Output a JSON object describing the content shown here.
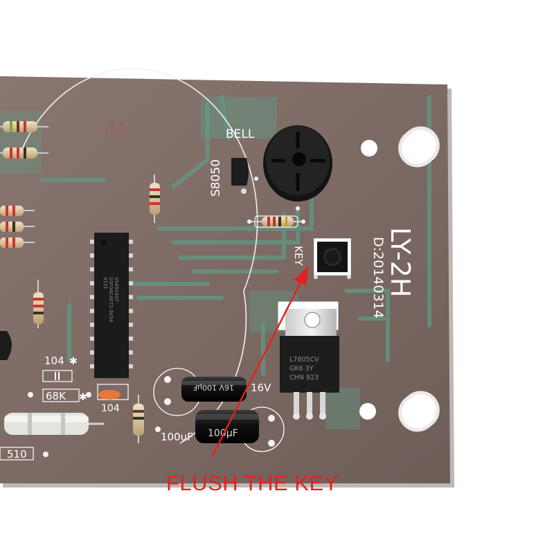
{
  "board": {
    "model": "LY-2H",
    "date": "D:20140314",
    "labels": {
      "bell": "BELL",
      "transistor": "S8050",
      "key": "KEY",
      "cap_code_1": "104",
      "cap_code_2": "104",
      "res_68k": "68K",
      "res_510": "510",
      "cap_label_16v": "16V",
      "cap_label_100uf": "100uF",
      "cap_upper_print": "16V 100µF",
      "cap_lower_print": "100µF"
    },
    "chip": {
      "line1": "0731",
      "line2": "SSF04C4E72-3K54",
      "line3": "SS45S507"
    },
    "regulator": {
      "line1": "L7805CV",
      "line2": "GK6 3Y",
      "line3": "CHN 923"
    }
  },
  "annotation": {
    "text": "FLUSH THE KEY",
    "color": "#e52020"
  },
  "colors": {
    "pcb": "#7c6a63",
    "trace": "#5f9a84",
    "silkscreen": "#ffffff"
  }
}
